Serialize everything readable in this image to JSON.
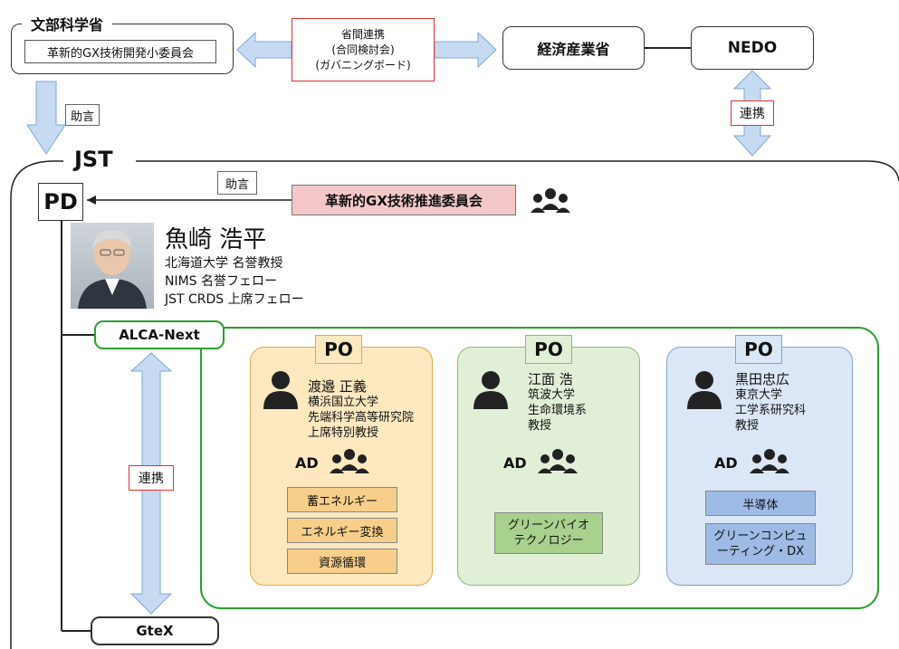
{
  "mext": {
    "title": "文部科学省",
    "subcommittee": "革新的GX技術開発小委員会"
  },
  "joint": {
    "line1": "省間連携",
    "line2": "(合同検討会)",
    "line3": "(ガバニングボード)"
  },
  "meti": {
    "title": "経済産業省"
  },
  "nedo": {
    "title": "NEDO"
  },
  "renkei_label": "連携",
  "advice_label": "助言",
  "jst": {
    "title": "JST"
  },
  "pd": {
    "label": "PD",
    "name": "魚崎 浩平",
    "aff1": "北海道大学 名誉教授",
    "aff2": "NIMS 名誉フェロー",
    "aff3": "JST CRDS 上席フェロー"
  },
  "committee": {
    "title": "革新的GX技術推進委員会"
  },
  "alca": {
    "title": "ALCA-Next"
  },
  "gtex": {
    "title": "GteX"
  },
  "po_label": "PO",
  "ad_label": "AD",
  "pos": [
    {
      "name": "渡邉 正義",
      "aff1": "横浜国立大学",
      "aff2": "先端科学高等研究院",
      "aff3": "上席特別教授",
      "fields": [
        "蓄エネルギー",
        "エネルギー変換",
        "資源循環"
      ]
    },
    {
      "name": "江面 浩",
      "aff1": "筑波大学",
      "aff2": "生命環境系",
      "aff3": "教授",
      "fields": [
        "グリーンバイオ\nテクノロジー"
      ]
    },
    {
      "name": "黒田忠広",
      "aff1": "東京大学",
      "aff2": "工学系研究科",
      "aff3": "教授",
      "fields": [
        "半導体",
        "グリーンコンピュ\nーティング・DX"
      ]
    }
  ],
  "colors": {
    "arrow_fill": "#c6daf1",
    "arrow_stroke": "#7fa7d8",
    "orange_bg": "#fde8c0",
    "orange_border": "#e0a84a",
    "green_bg": "#e2efd7",
    "green_border": "#8cb87a",
    "blue_bg": "#dbe7f6",
    "blue_border": "#7fa3d3",
    "green_outline": "#2ca02c",
    "pink": "#f4c8c8"
  }
}
